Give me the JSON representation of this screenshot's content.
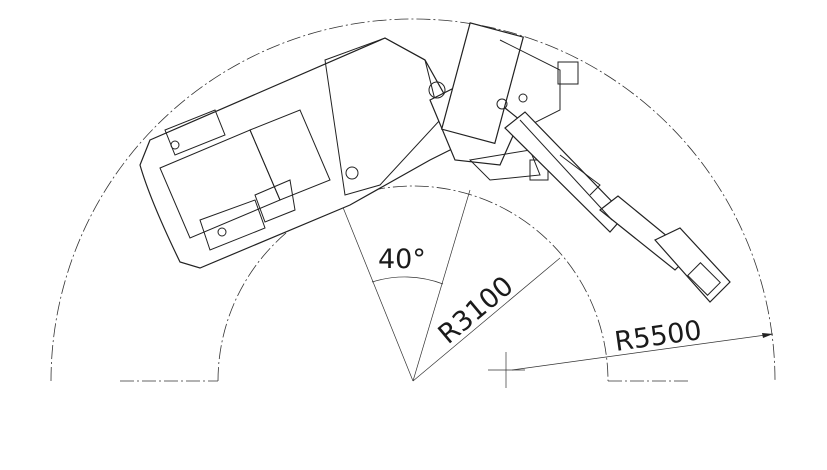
{
  "drawing": {
    "angle_label": "40°",
    "inner_radius_label": "R3100",
    "outer_radius_label": "R5500"
  },
  "dimensions": {
    "swing_angle_deg": 40,
    "inner_radius_mm": 3100,
    "outer_radius_mm": 5500
  }
}
